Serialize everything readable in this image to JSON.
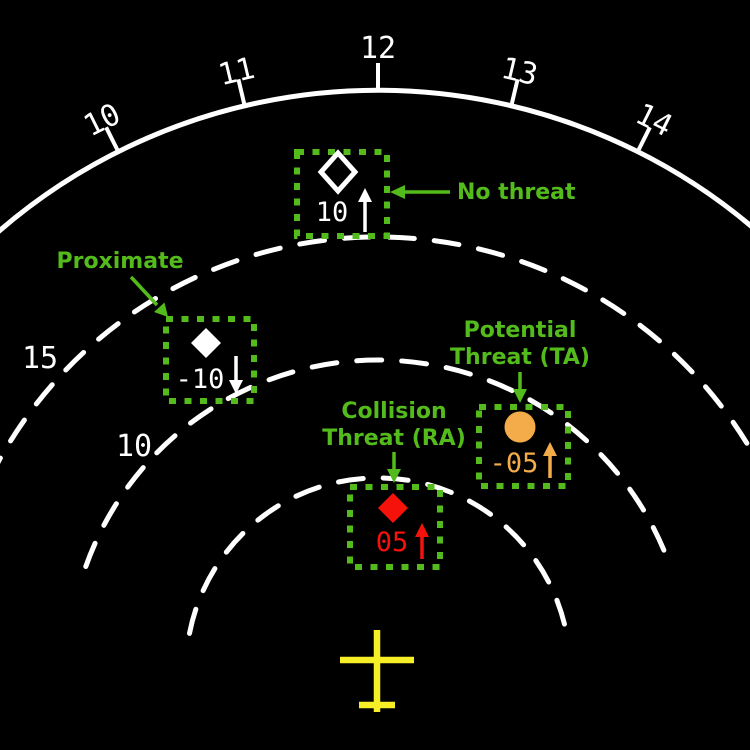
{
  "display": {
    "bearing_scale": {
      "labels": [
        "10",
        "11",
        "12",
        "13",
        "14"
      ]
    },
    "range_rings": {
      "outer_label": "15",
      "inner_label": "10"
    },
    "targets": {
      "no_threat": {
        "label": "No threat",
        "symbol": "open-diamond",
        "symbol_color": "#ffffff",
        "value": "10",
        "trend": "climbing"
      },
      "proximate": {
        "label": "Proximate",
        "symbol": "filled-diamond",
        "symbol_color": "#ffffff",
        "value": "-10",
        "trend": "descending"
      },
      "potential": {
        "label_line1": "Potential",
        "label_line2": "Threat (TA)",
        "symbol": "filled-circle",
        "symbol_color": "#f3ac49",
        "value": "-05",
        "trend": "climbing"
      },
      "collision": {
        "label_line1": "Collision",
        "label_line2": "Threat (RA)",
        "symbol": "filled-diamond",
        "symbol_color": "#f5120a",
        "value": "05",
        "trend": "climbing"
      }
    },
    "colors": {
      "background": "#000000",
      "arcs_and_text": "#ffffff",
      "annotation_green": "#54bb1c",
      "ta_amber": "#f3ac49",
      "ra_red": "#f5120a",
      "ownship_yellow": "#f6ef28"
    }
  }
}
